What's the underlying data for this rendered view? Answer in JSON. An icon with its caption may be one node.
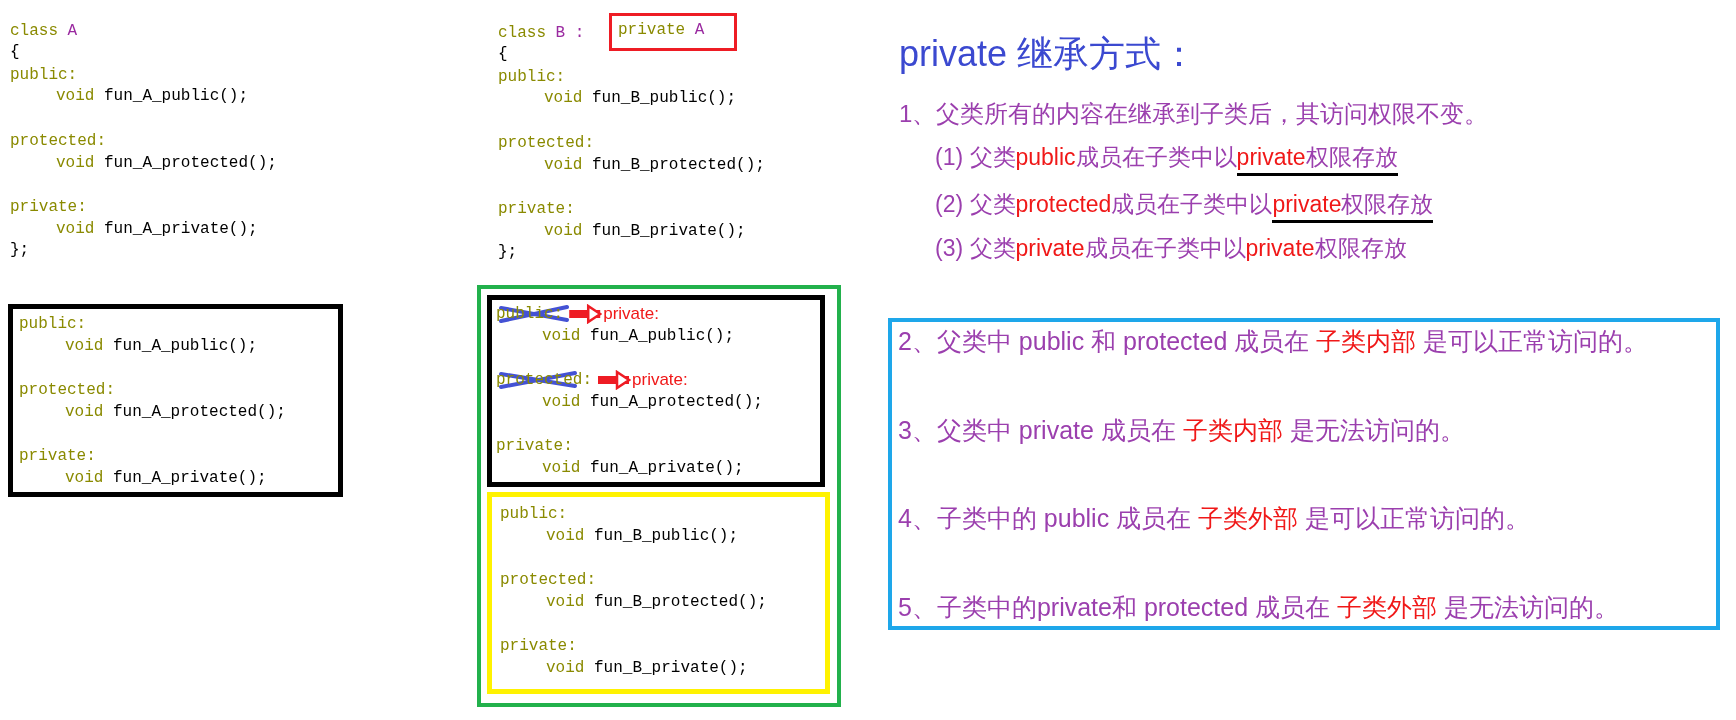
{
  "diagram": {
    "title": "private 继承方式：",
    "nodes": [
      {
        "text": [
          "private A"
        ]
      },
      {
        "text": [
          "public:",
          "void fun_A_public();",
          "protected:",
          "void fun_A_protected();",
          "private:",
          "void fun_A_private();"
        ]
      },
      {
        "text": [],
        "shape": "box"
      },
      {
        "text": [
          "void fun_A_public();",
          "void fun_A_protected();",
          "private:",
          "void fun_A_private();"
        ],
        "in": 2
      },
      {
        "text": [
          "public:"
        ],
        "in": 3
      },
      {
        "text": [
          "private:"
        ],
        "in": 3
      },
      {
        "text": [
          "protected:"
        ],
        "in": 3
      },
      {
        "text": [
          "private:"
        ],
        "in": 3
      },
      {
        "text": [
          "public:",
          "void fun_B_public();",
          "protected:",
          "void fun_B_protected();",
          "private:",
          "void fun_B_private();"
        ],
        "in": 2
      },
      {
        "text": [
          "2、父类中 public 和 protected 成员在 **子类内部** 是可以正常访问的。",
          "3、父类中 private 成员在 **子类内部** 是无法访问的。",
          "4、子类中的 public 成员在 **子类外部** 是可以正常访问的。",
          "5、子类中的private和 protected 成员在 **子类外部** 是无法访问的。"
        ]
      }
    ],
    "edges": [
      {
        "from": 4,
        "to": 5,
        "arrow": "to"
      },
      {
        "from": 6,
        "to": 7,
        "arrow": "to"
      }
    ],
    "labels": [
      "class A",
      "{",
      "public:",
      "void fun_A_public();",
      "protected:",
      "void fun_A_protected();",
      "private:",
      "void fun_A_private();",
      "};",
      "class B :",
      "{",
      "public:",
      "void fun_B_public();",
      "protected:",
      "void fun_B_protected();",
      "private:",
      "void fun_B_private();",
      "};",
      "1、父类所有的内容在继承到子类后，其访问权限不变。",
      "(1) 父类**public**成员在子类中以**private**权限存放",
      "(2) 父类**protected**成员在子类中以**private**权限存放",
      "(3) 父类**private**成员在子类中以**private**权限存放"
    ]
  }
}
